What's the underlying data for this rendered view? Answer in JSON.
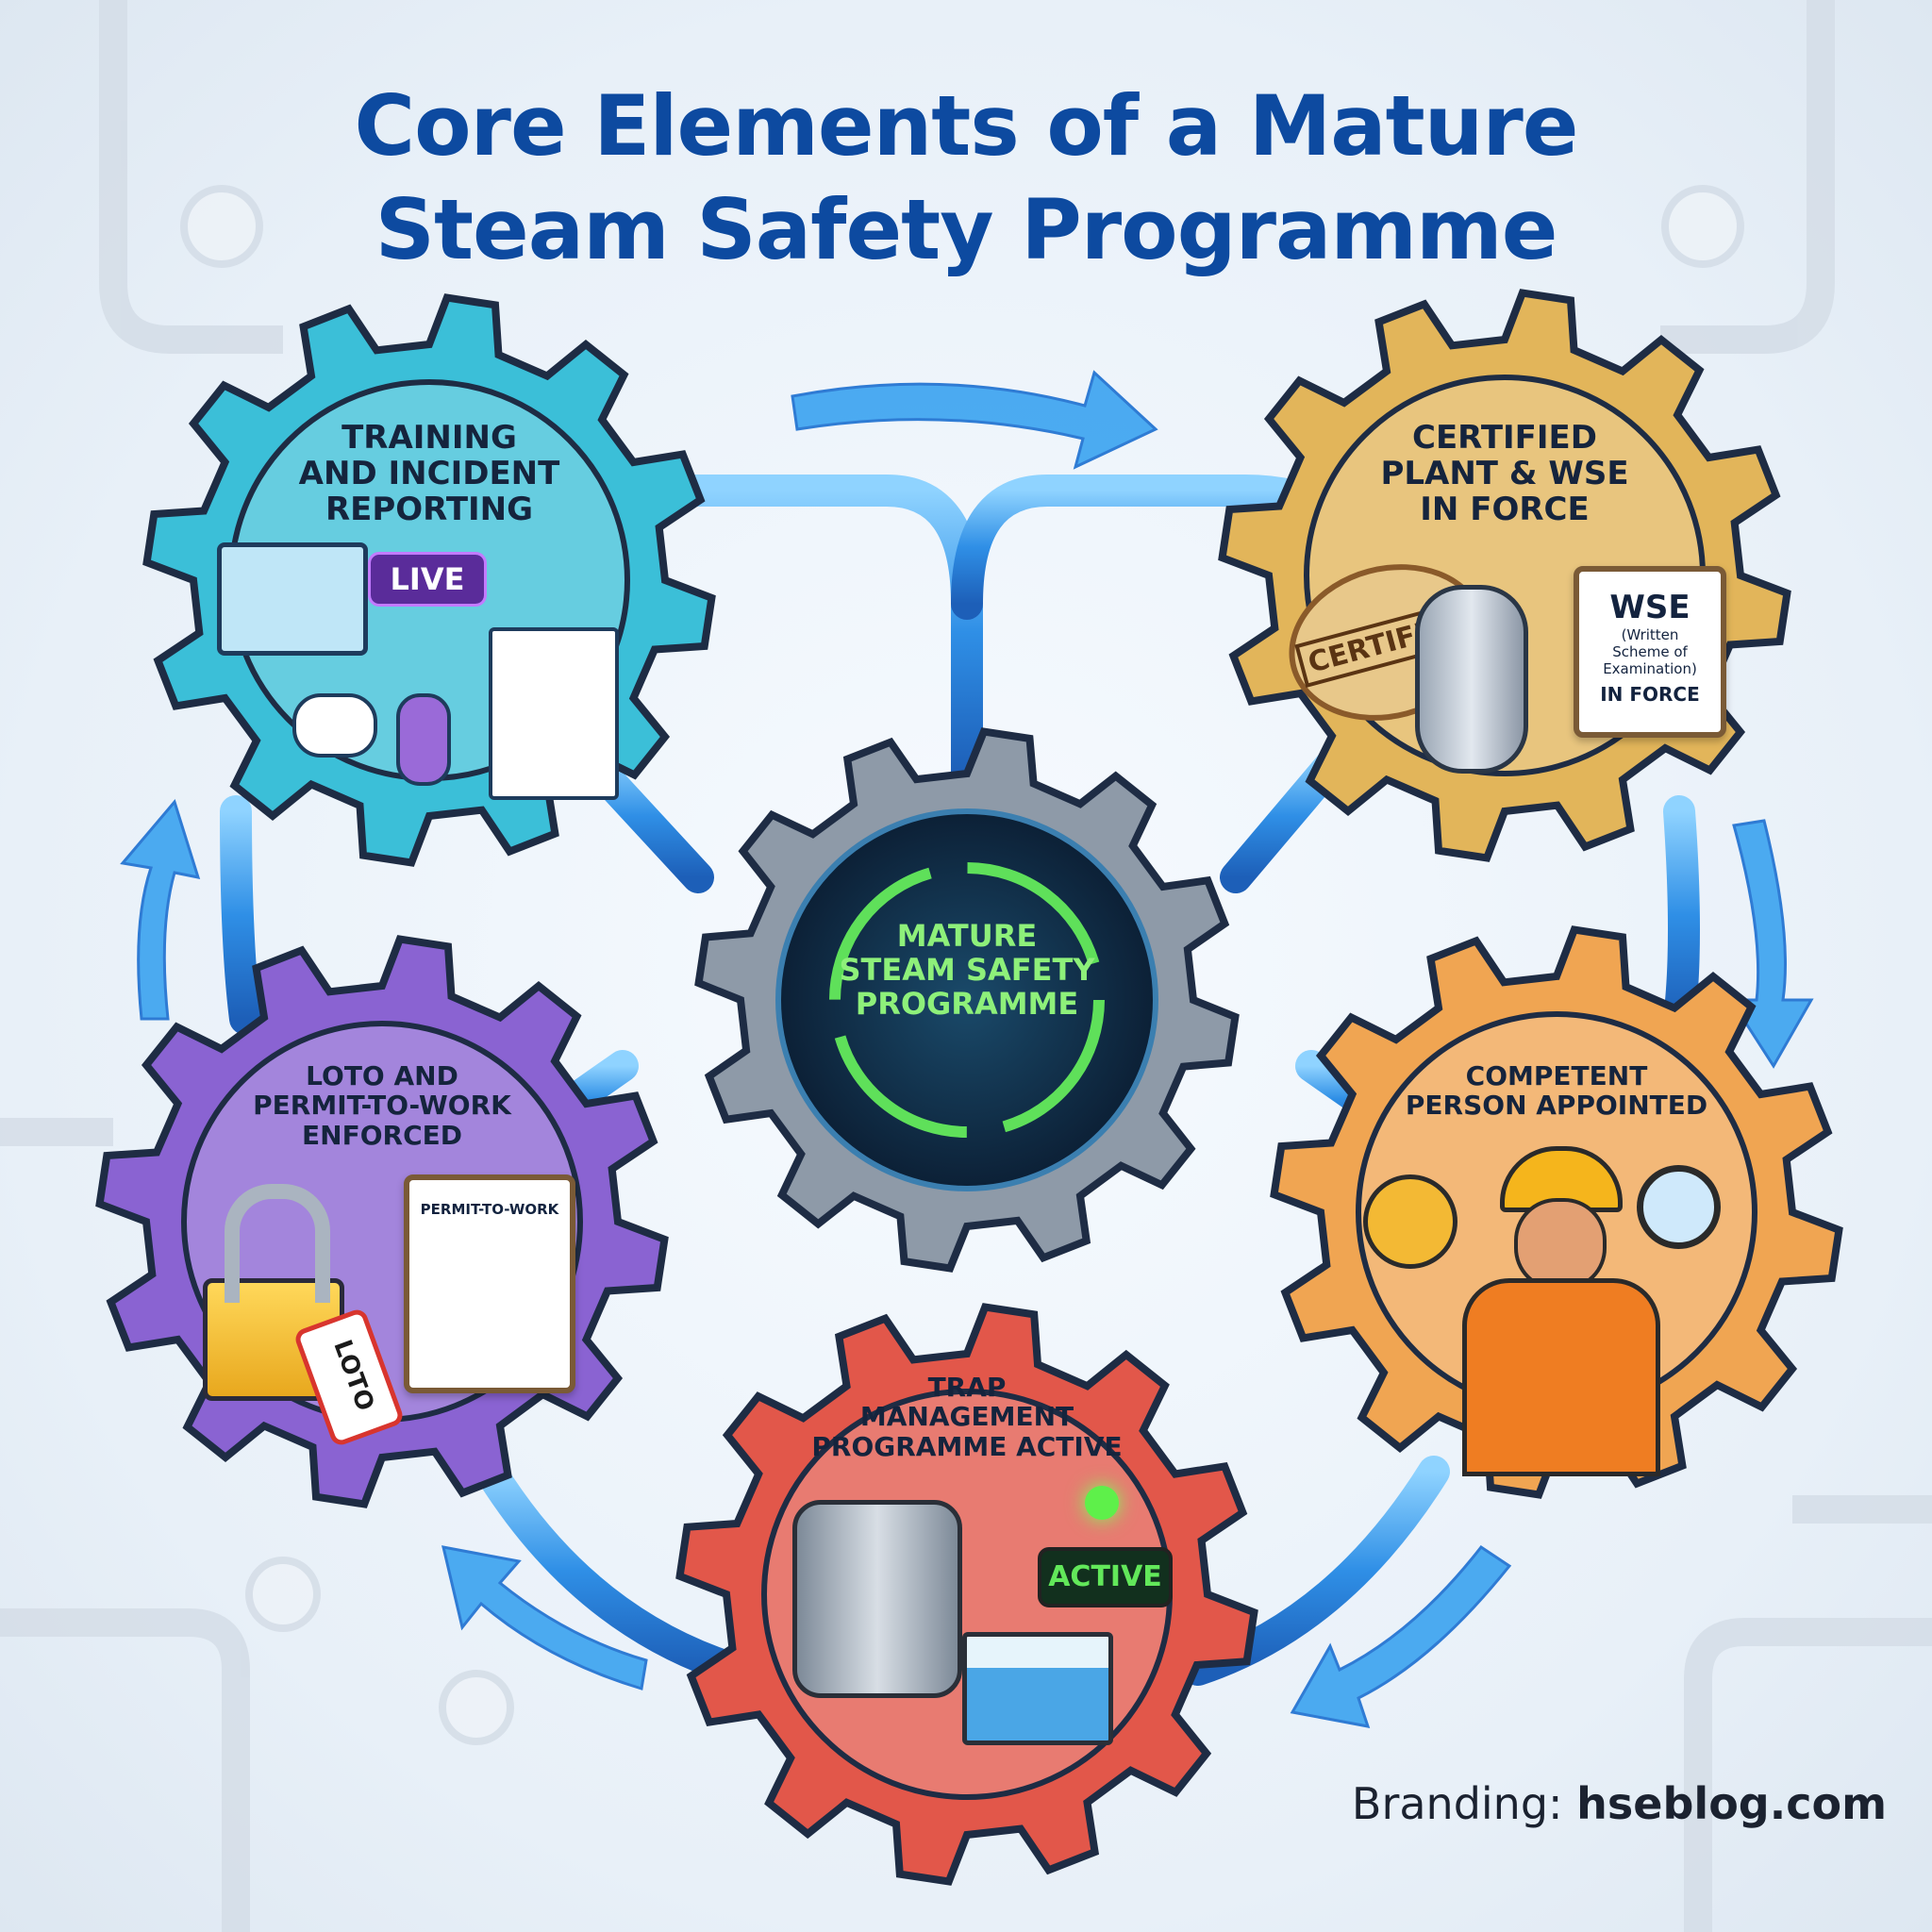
{
  "title": {
    "line1": "Core Elements of a Mature",
    "line2": "Steam Safety Programme"
  },
  "center": {
    "label_lines": [
      "MATURE",
      "STEAM SAFETY",
      "PROGRAMME"
    ]
  },
  "gears": {
    "training": {
      "label_lines": [
        "TRAINING",
        "AND INCIDENT",
        "REPORTING"
      ],
      "live_badge": "LIVE",
      "color": "#3bbfd8"
    },
    "certified": {
      "label_lines": [
        "CERTIFIED",
        "PLANT & WSE",
        "IN FORCE"
      ],
      "stamp": "CERTIFIED",
      "clipboard_title": "WSE",
      "clipboard_lines": [
        "(Written",
        "Scheme of",
        "Examination)"
      ],
      "clipboard_footer": "IN FORCE",
      "color": "#e2b55a"
    },
    "competent": {
      "label_lines": [
        "COMPETENT",
        "PERSON APPOINTED"
      ],
      "color": "#f0a552"
    },
    "trap": {
      "label_lines": [
        "TRAP",
        "MANAGEMENT",
        "PROGRAMME ACTIVE"
      ],
      "active_badge": "ACTIVE",
      "color": "#e2574a"
    },
    "loto": {
      "label_lines": [
        "LOTO AND",
        "PERMIT-TO-WORK",
        "ENFORCED"
      ],
      "permit_title": "PERMIT-TO-WORK",
      "tag": "LOTO",
      "color": "#8a63d2"
    }
  },
  "branding": {
    "prefix": "Branding:",
    "site": "hseblog.com"
  }
}
